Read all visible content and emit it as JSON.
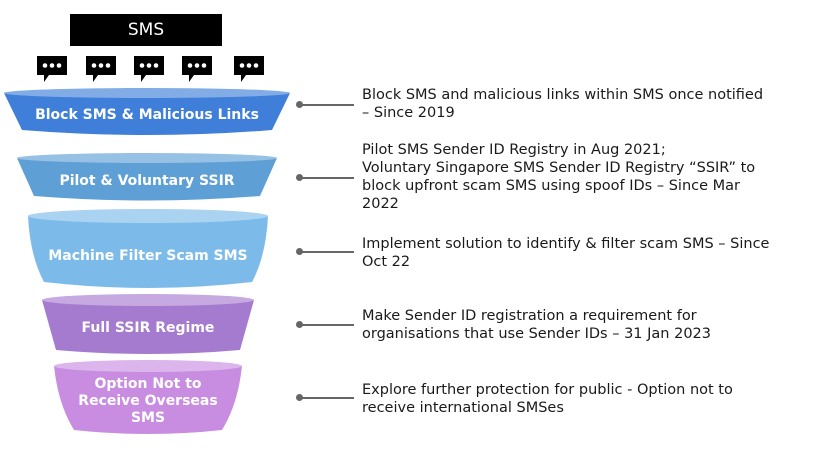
{
  "header": {
    "label": "SMS"
  },
  "bubbles": [
    {
      "icon": "message-bubble-icon"
    },
    {
      "icon": "message-bubble-icon"
    },
    {
      "icon": "message-bubble-icon"
    },
    {
      "icon": "message-bubble-icon"
    },
    {
      "icon": "message-bubble-icon"
    }
  ],
  "tiers": [
    {
      "label": "Block SMS & Malicious Links",
      "color": "#3f7fd9",
      "description": "Block SMS and malicious links within SMS once notified\n– Since 2019"
    },
    {
      "label": "Pilot & Voluntary SSIR",
      "color": "#5e9fd6",
      "description": "Pilot SMS Sender ID Registry in Aug 2021;\nVoluntary Singapore SMS Sender ID Registry “SSIR” to\nblock upfront scam SMS using spoof IDs – Since Mar\n2022"
    },
    {
      "label": "Machine Filter Scam SMS",
      "color": "#7cbbe9",
      "description": "Implement solution to identify & filter scam SMS – Since\nOct 22"
    },
    {
      "label": "Full SSIR Regime",
      "color": "#a57bd0",
      "description": "Make Sender ID registration a requirement for\norganisations that use Sender IDs – 31 Jan 2023"
    },
    {
      "label": "Option Not to\nReceive Overseas\nSMS",
      "color": "#c88de0",
      "description": "Explore further protection for public - Option not to\nreceive international SMSes"
    }
  ]
}
